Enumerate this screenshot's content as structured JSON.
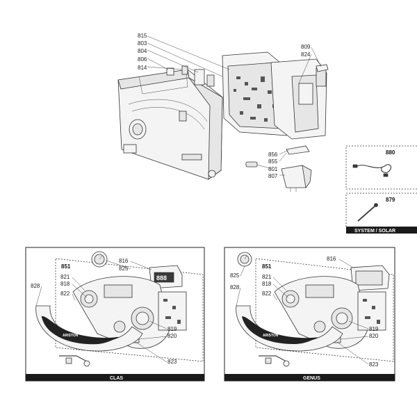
{
  "top": {
    "labels": {
      "p815": "815",
      "p803": "803",
      "p804": "804",
      "p806": "806",
      "p814": "814",
      "p809": "809",
      "p824": "824",
      "p856": "856",
      "p855": "855",
      "p801": "801",
      "p807": "807"
    },
    "side_panels": {
      "kit_a_code": "880",
      "kit_b_code": "879",
      "caption": "SYSTEM / SOLAR"
    }
  },
  "clas": {
    "caption": "CLAS",
    "labels": {
      "p851": "851",
      "p816": "816",
      "p825": "825",
      "p828": "828",
      "p821": "821",
      "p818": "818",
      "p822": "822",
      "p819": "819",
      "p820": "820",
      "p823": "823"
    },
    "display": "888",
    "brand": "ARISTON"
  },
  "genus": {
    "caption": "GENUS",
    "labels": {
      "p851": "851",
      "p816": "816",
      "p825": "825",
      "p828": "828",
      "p821": "821",
      "p818": "818",
      "p822": "822",
      "p819": "819",
      "p820": "820",
      "p823": "823"
    },
    "brand": "ARISTON"
  }
}
